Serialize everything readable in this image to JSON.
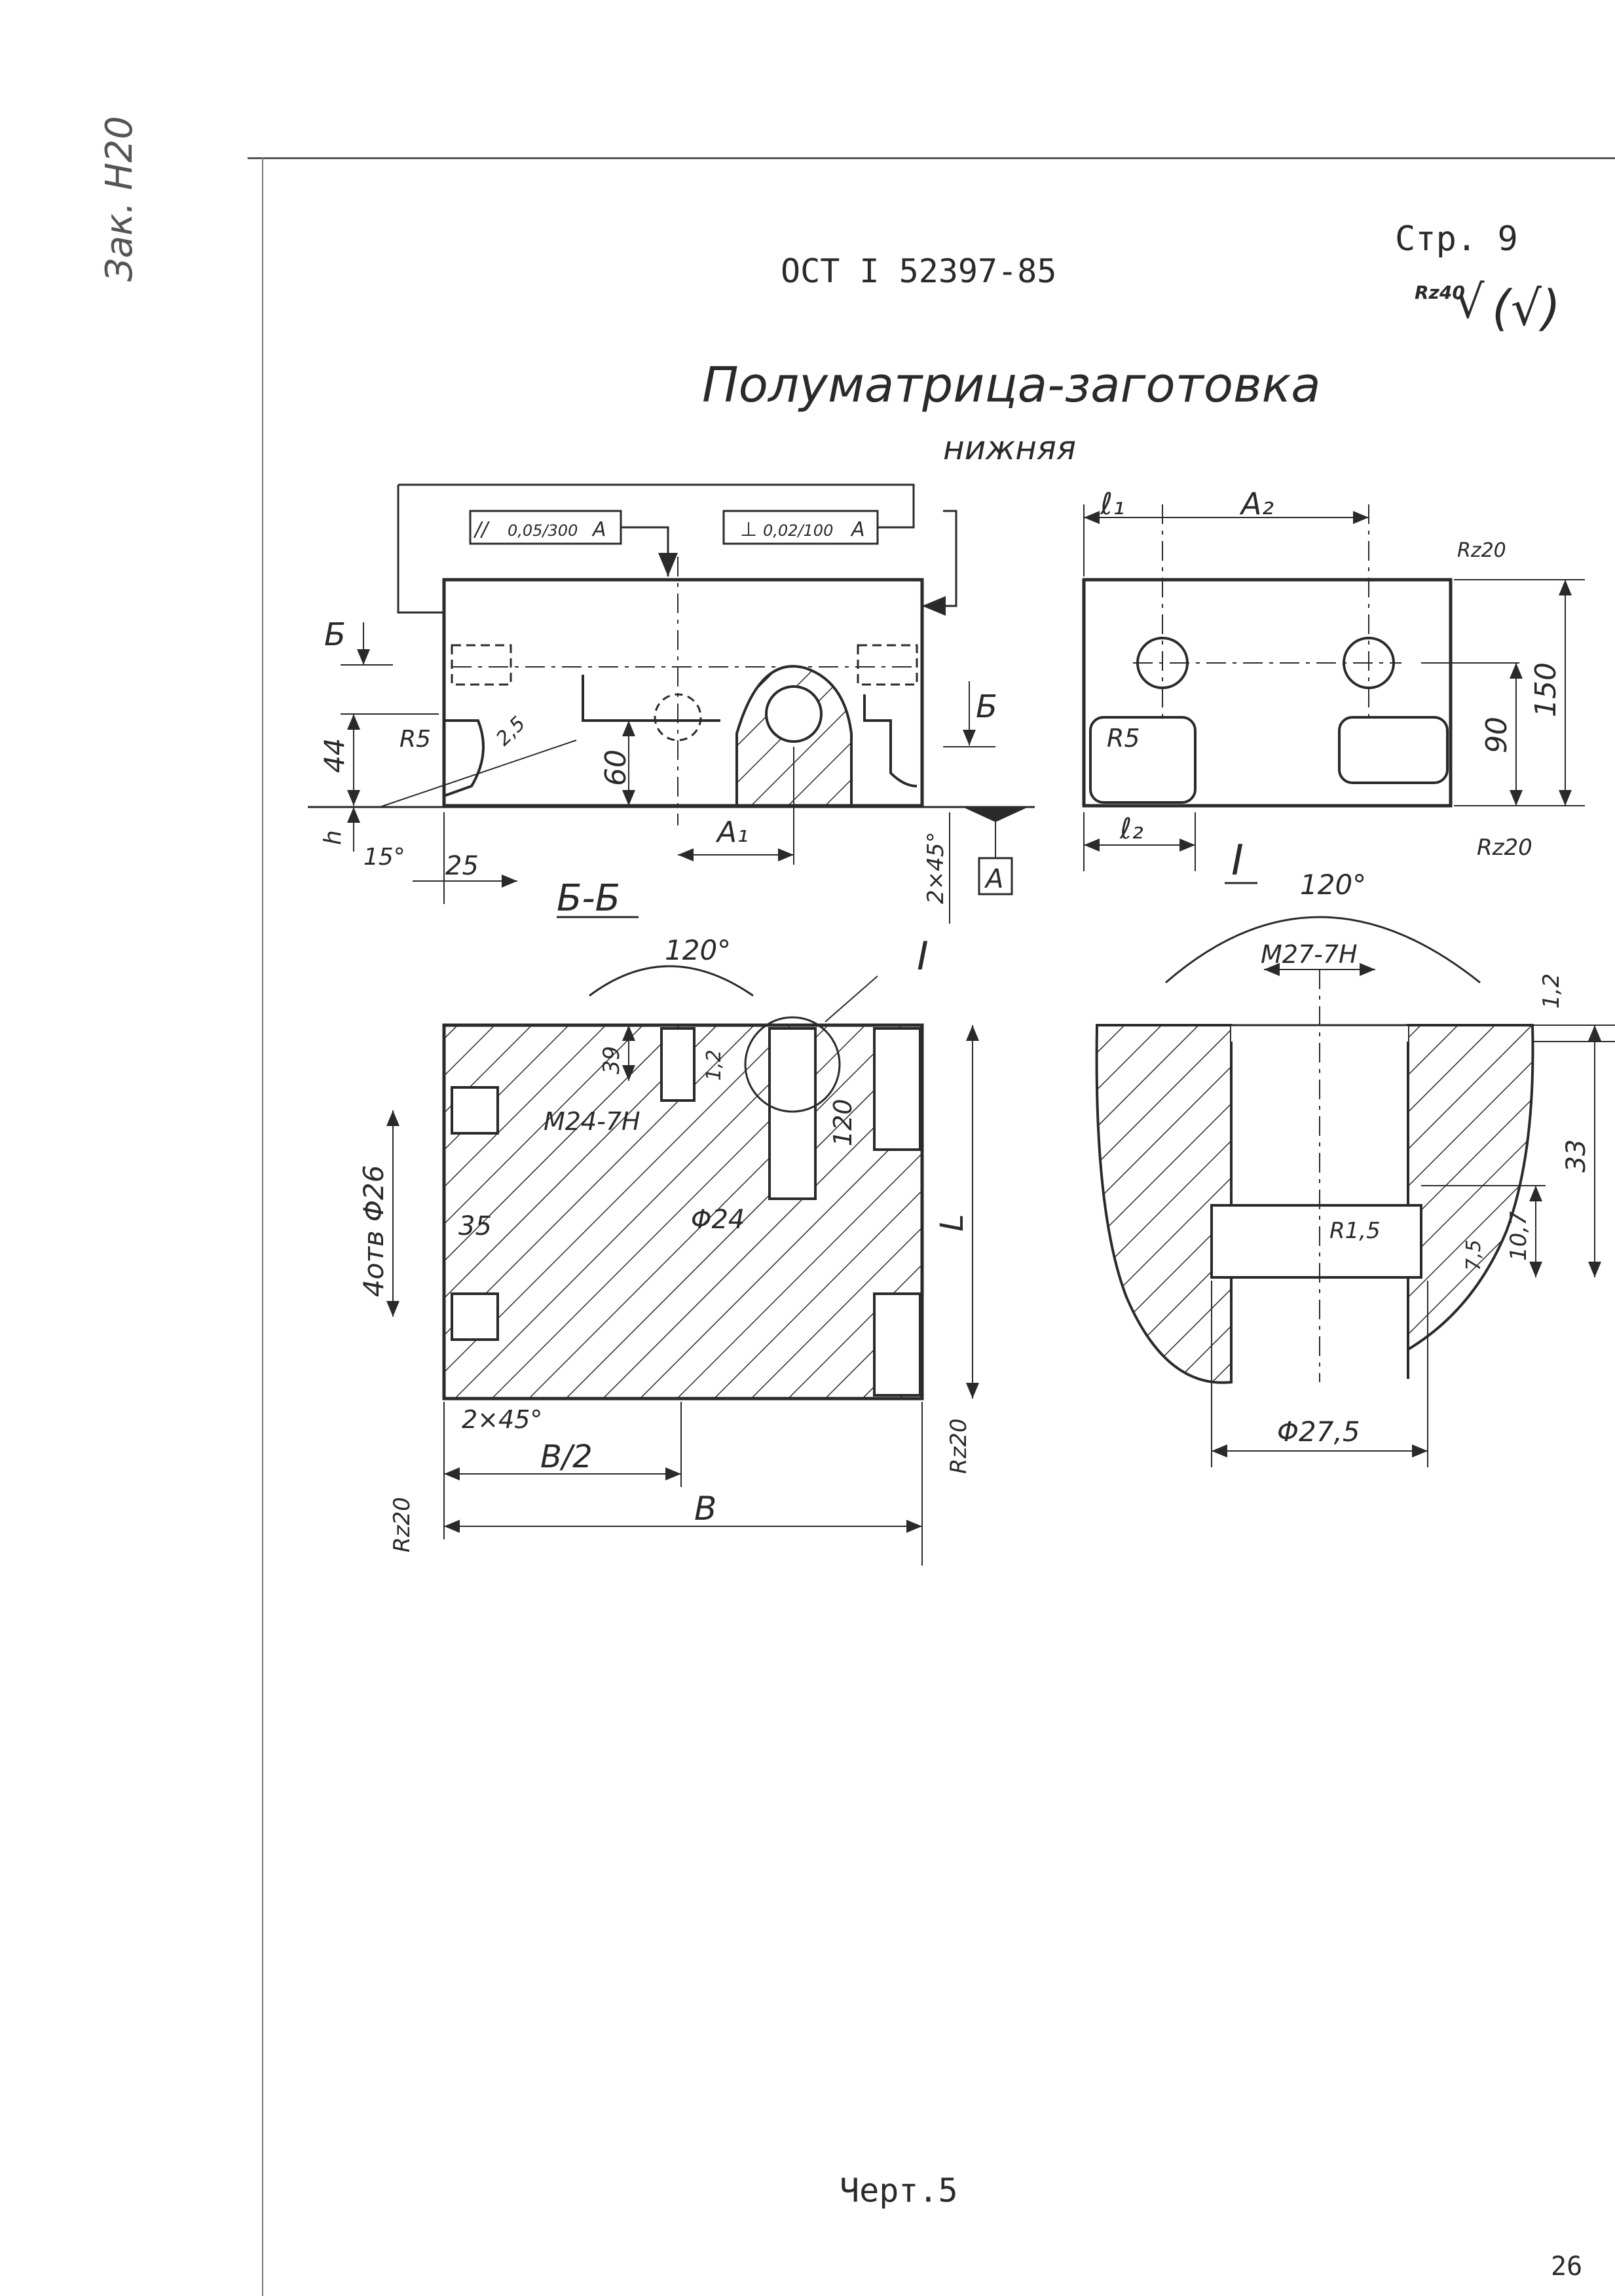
{
  "margin_note": "Зак. Н20",
  "header": {
    "standard": "ОСТ I 52397-85",
    "page": "Стр. 9",
    "roughness_general": "Rz40",
    "roughness_rest": "(√)"
  },
  "title": {
    "line1": "Полуматрица-заготовка",
    "line2": "нижняя"
  },
  "front_view": {
    "tolerance_parallel": {
      "symbol": "//",
      "value": "0,05/300",
      "datum": "A"
    },
    "tolerance_perp": {
      "symbol": "⊥",
      "value": "0,02/100",
      "datum": "A"
    },
    "section_mark_left": "Б",
    "section_mark_right": "Б",
    "dim_44": "44",
    "dim_r5": "R5",
    "dim_2_5": "2,5",
    "dim_60": "60",
    "dim_h": "h",
    "dim_15deg": "15°",
    "dim_25": "25",
    "dim_a1": "A₁",
    "dim_chamfer": "2×45°",
    "datum_a": "A"
  },
  "side_view": {
    "dim_l1": "ℓ₁",
    "dim_a2": "A₂",
    "rz20_top": "Rz20",
    "dim_r5": "R5",
    "dim_90": "90",
    "dim_150": "150",
    "dim_l2": "ℓ₂",
    "rz20_bottom": "Rz20"
  },
  "section_bb": {
    "label": "Б-Б",
    "angle": "120°",
    "detail_mark": "I",
    "dim_39": "39",
    "dim_1_2": "1,2",
    "thread": "M24-7H",
    "dim_120": "120",
    "holes": "4отв Φ26",
    "dim_35": "35",
    "dim_phi24": "Φ24",
    "dim_l": "L",
    "chamfer": "2×45°",
    "dim_b_half": "B/2",
    "dim_b": "B",
    "rz20_left": "Rz20",
    "rz20_right": "Rz20"
  },
  "detail_i": {
    "label": "I",
    "angle": "120°",
    "thread": "M27-7H",
    "dim_1_2": "1,2",
    "dim_33": "33",
    "dim_r1_5": "R1,5",
    "dim_7_5": "7,5",
    "dim_10_7": "10,7",
    "dim_phi27_5": "Φ27,5"
  },
  "footer": {
    "caption": "Черт.5",
    "page_number": "26"
  }
}
